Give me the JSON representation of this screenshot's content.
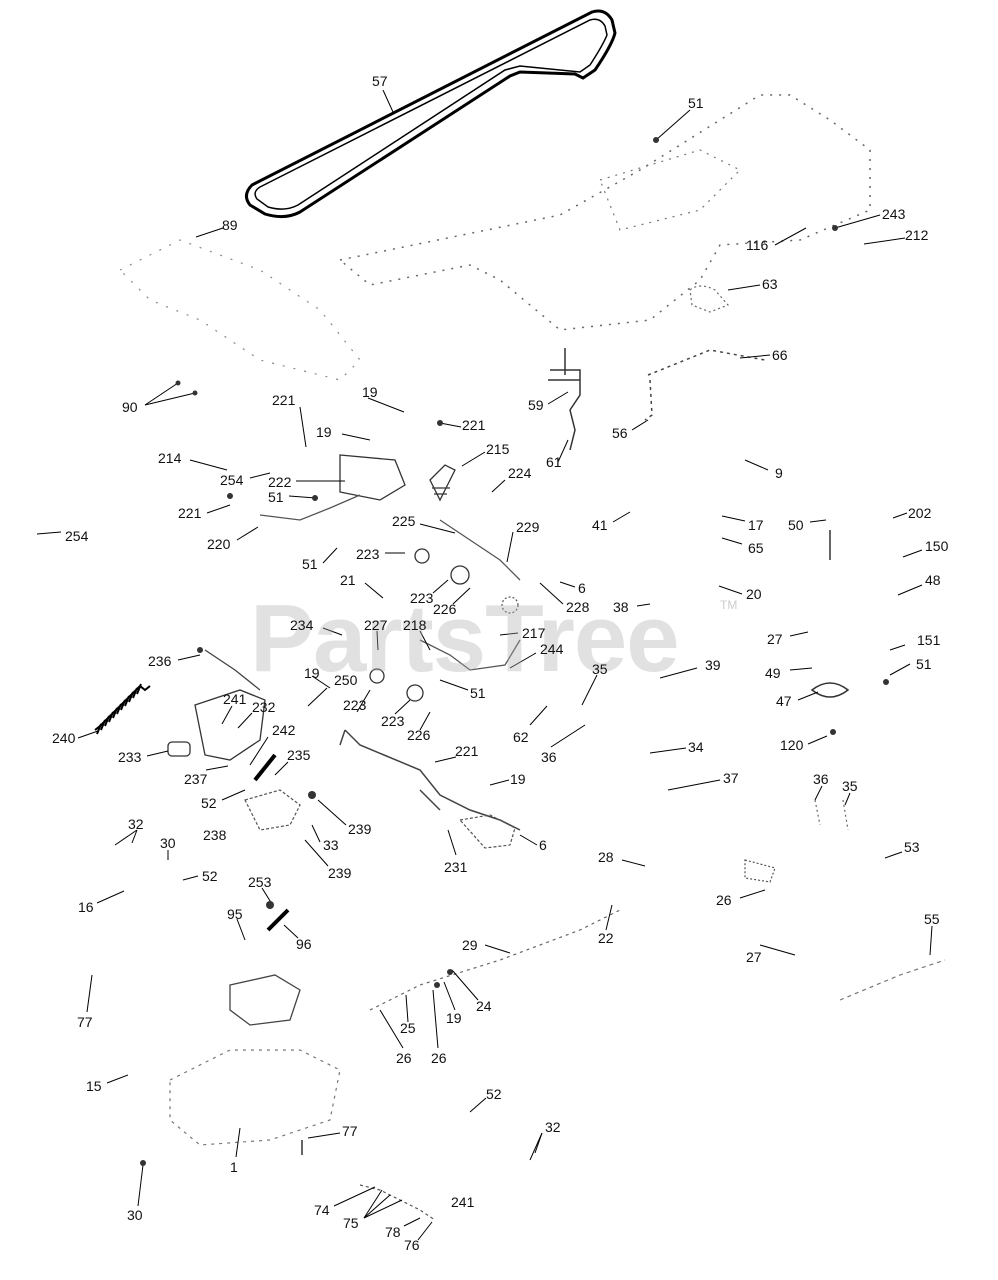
{
  "watermark": {
    "text": "PartsTree",
    "trademark": "TM"
  },
  "callouts": [
    "57",
    "51",
    "89",
    "243",
    "212",
    "116",
    "63",
    "66",
    "90",
    "59",
    "56",
    "19",
    "221",
    "221",
    "19",
    "215",
    "61",
    "9",
    "214",
    "254",
    "222",
    "224",
    "51",
    "221",
    "41",
    "17",
    "50",
    "202",
    "220",
    "225",
    "65",
    "254",
    "229",
    "150",
    "51",
    "223",
    "21",
    "6",
    "48",
    "223",
    "20",
    "38",
    "226",
    "228",
    "234",
    "227",
    "218",
    "217",
    "27",
    "151",
    "236",
    "244",
    "35",
    "39",
    "51",
    "19",
    "49",
    "250",
    "51",
    "241",
    "232",
    "47",
    "223",
    "240",
    "223",
    "226",
    "62",
    "36",
    "120",
    "242",
    "233",
    "221",
    "34",
    "235",
    "237",
    "19",
    "37",
    "36",
    "35",
    "52",
    "239",
    "32",
    "238",
    "33",
    "30",
    "6",
    "53",
    "28",
    "231",
    "239",
    "52",
    "253",
    "26",
    "16",
    "95",
    "22",
    "55",
    "96",
    "27",
    "29",
    "24",
    "19",
    "77",
    "25",
    "26",
    "26",
    "15",
    "52",
    "77",
    "32",
    "1",
    "30",
    "241",
    "74",
    "75",
    "78",
    "76"
  ]
}
